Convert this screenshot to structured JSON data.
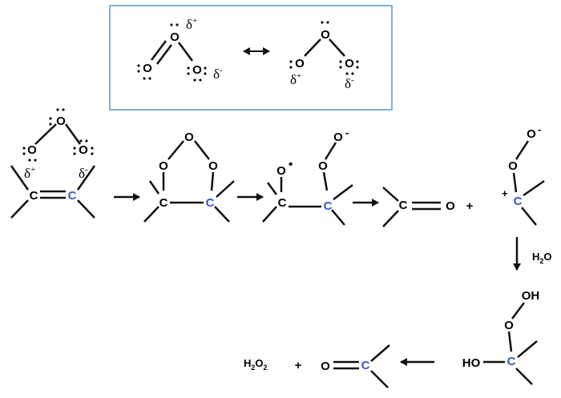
{
  "colors": {
    "ink": "#111111",
    "blue_carbon": "#3a57c9",
    "box_border": "#7eb3d6"
  },
  "atoms": {
    "oxygen": "O",
    "carbon": "C"
  },
  "partial_charge": {
    "plus": "δ+",
    "minus": "δ-"
  },
  "charges": {
    "radical": "•",
    "minus": "-",
    "plus": "+"
  },
  "reagents": {
    "plus_sign": "+",
    "water": "H2O",
    "hydrogen_peroxide": "H2O2",
    "hydroxyl": "HO",
    "hydroperoxy_end": "OH"
  },
  "resonance_arrow": "double-headed-arrow",
  "reaction_arrow": "single-headed-arrow"
}
